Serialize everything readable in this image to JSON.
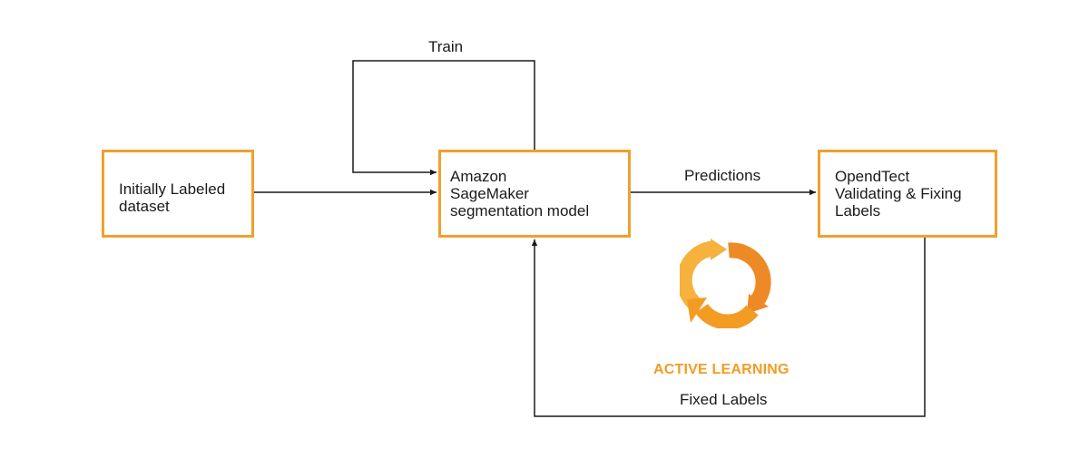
{
  "nodes": {
    "dataset": {
      "label": "Initially Labeled\ndataset"
    },
    "model": {
      "label": "Amazon\nSageMaker\nsegmentation model"
    },
    "review": {
      "label": "OpendTect\nValidating & Fixing\nLabels"
    }
  },
  "edges": {
    "train": {
      "label": "Train"
    },
    "predictions": {
      "label": "Predictions"
    },
    "fixed_labels": {
      "label": "Fixed Labels"
    }
  },
  "badge": {
    "label": "ACTIVE LEARNING",
    "icon": "refresh-cycle-icon"
  },
  "colors": {
    "box_border": "#f0a02e",
    "badge_text": "#f39c24",
    "icon_light": "#f7b13d",
    "icon_dark": "#ee8a26",
    "line": "#1a1a1a"
  }
}
